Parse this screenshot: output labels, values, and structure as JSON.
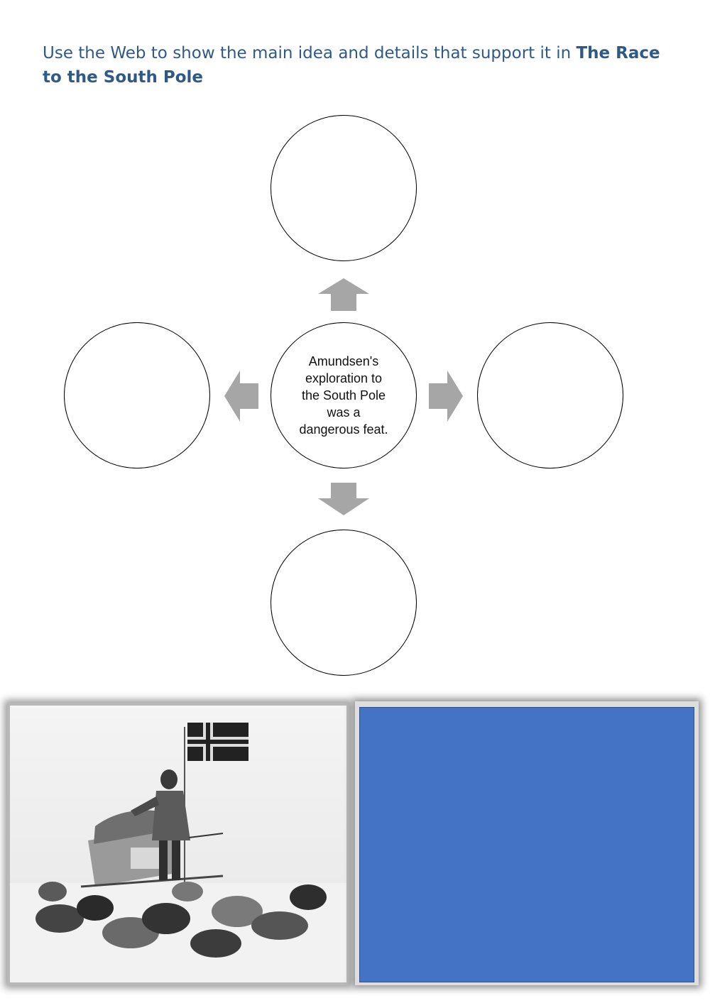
{
  "instructions": {
    "text": "Use the Web to show the main idea and details that support it in ",
    "bold": "The Race to the South Pole"
  },
  "web": {
    "main_idea": "Amundsen's exploration to the South Pole was a dangerous feat.",
    "details": [
      "",
      "",
      "",
      ""
    ]
  },
  "photo": {
    "description_icon": "expedition-photo"
  },
  "colors": {
    "instructions": "#2f5a86",
    "arrow": "#a6a6a6",
    "drop_zone": "#4472c4"
  }
}
